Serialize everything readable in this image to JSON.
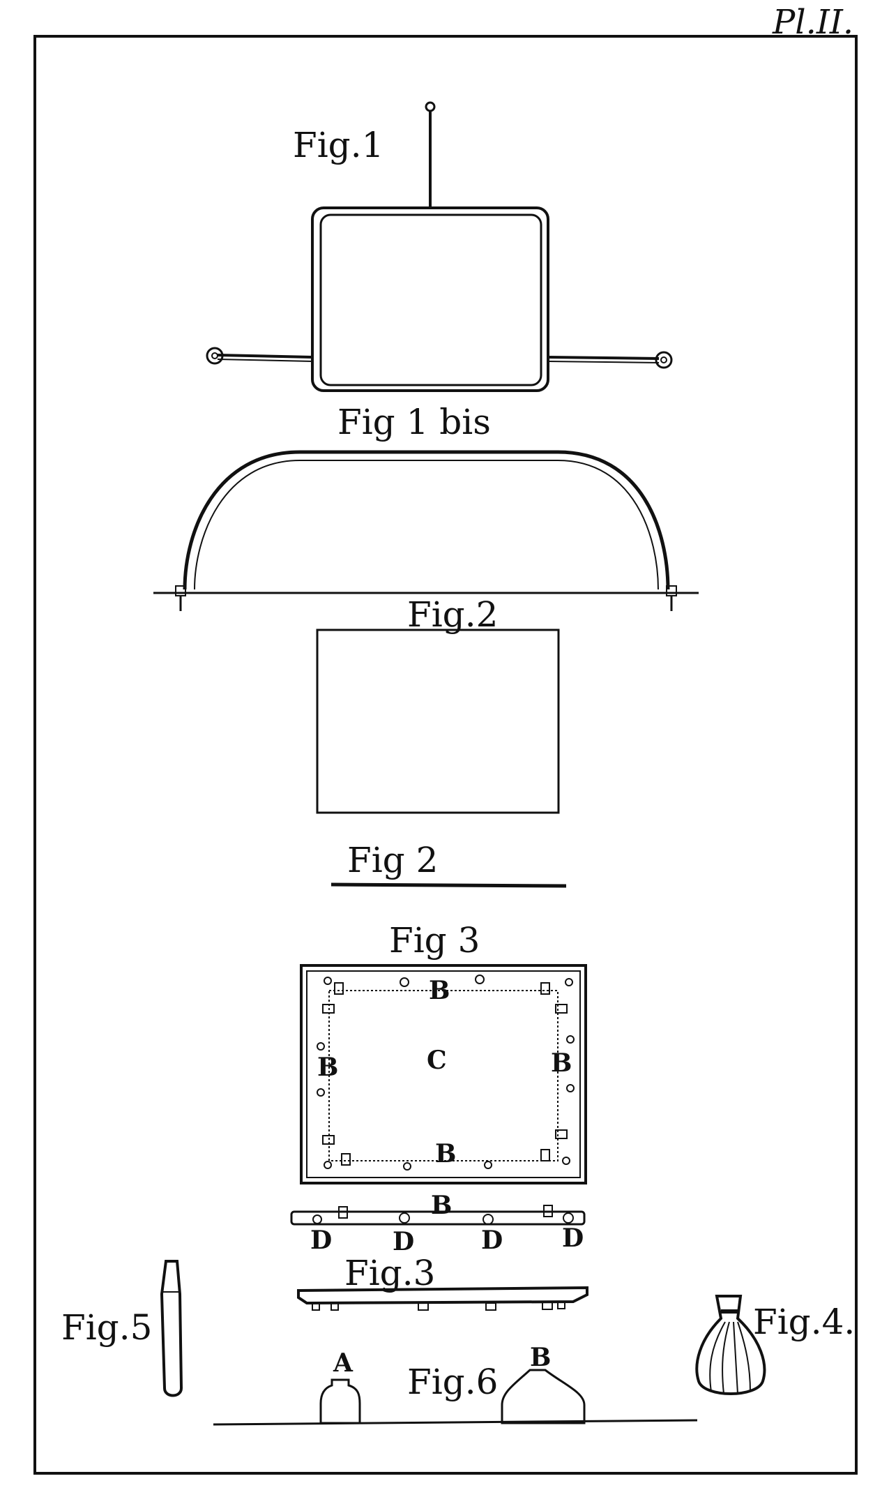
{
  "plate": {
    "plate_number": "Pl.II."
  },
  "figures": {
    "fig1": "Fig.1",
    "fig1bis": "Fig 1 bis",
    "fig2_upper": "Fig.2",
    "fig2_lower": "Fig 2",
    "fig3_upper": "Fig 3",
    "fig3_lower": "Fig.3",
    "fig4": "Fig.4.",
    "fig5": "Fig.5",
    "fig6": "Fig.6"
  },
  "letters": {
    "B": "B",
    "C": "C",
    "D": "D",
    "A": "A"
  }
}
